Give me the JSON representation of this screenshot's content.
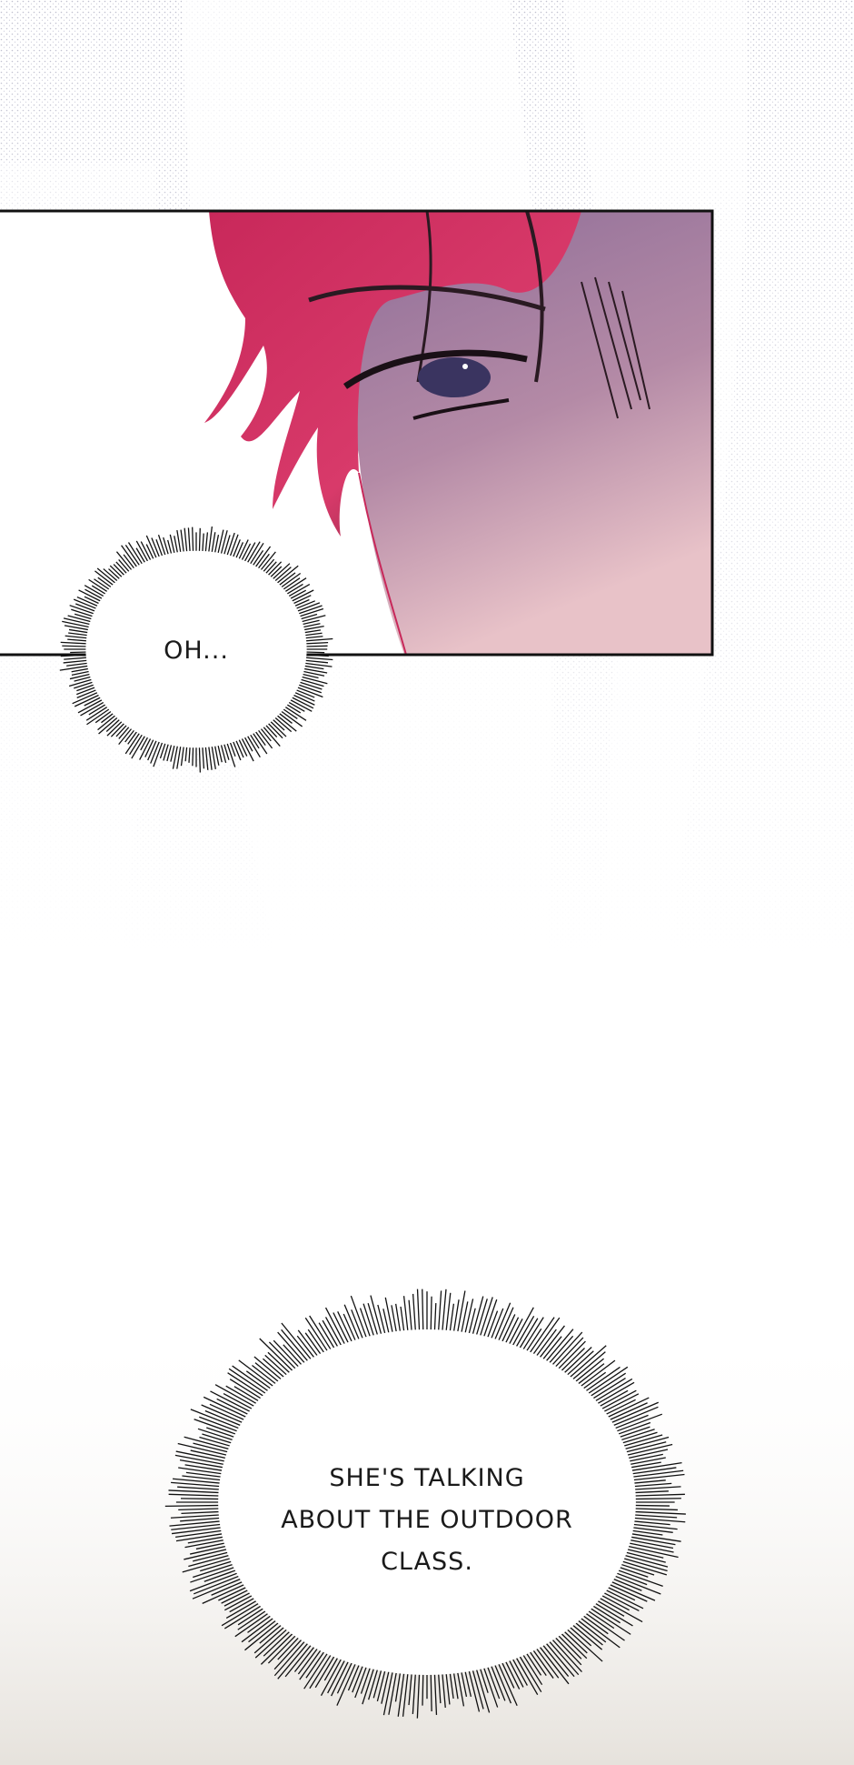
{
  "bubbles": [
    {
      "text": "OH..."
    },
    {
      "lines": [
        "SHE'S TALKING",
        "ABOUT THE OUTDOOR",
        "CLASS."
      ]
    }
  ]
}
